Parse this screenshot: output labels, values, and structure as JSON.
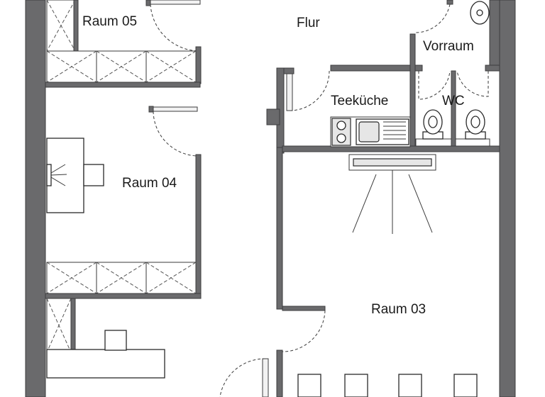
{
  "rooms": {
    "raum05": "Raum 05",
    "flur": "Flur",
    "vorraum": "Vorraum",
    "teekueche": "Teeküche",
    "wc": "WC",
    "raum04": "Raum 04",
    "raum03": "Raum 03"
  },
  "colors": {
    "wall": "#6a6a6c",
    "wall_outline": "#3c3c3e",
    "background": "#ffffff",
    "text": "#1a1a1a"
  }
}
